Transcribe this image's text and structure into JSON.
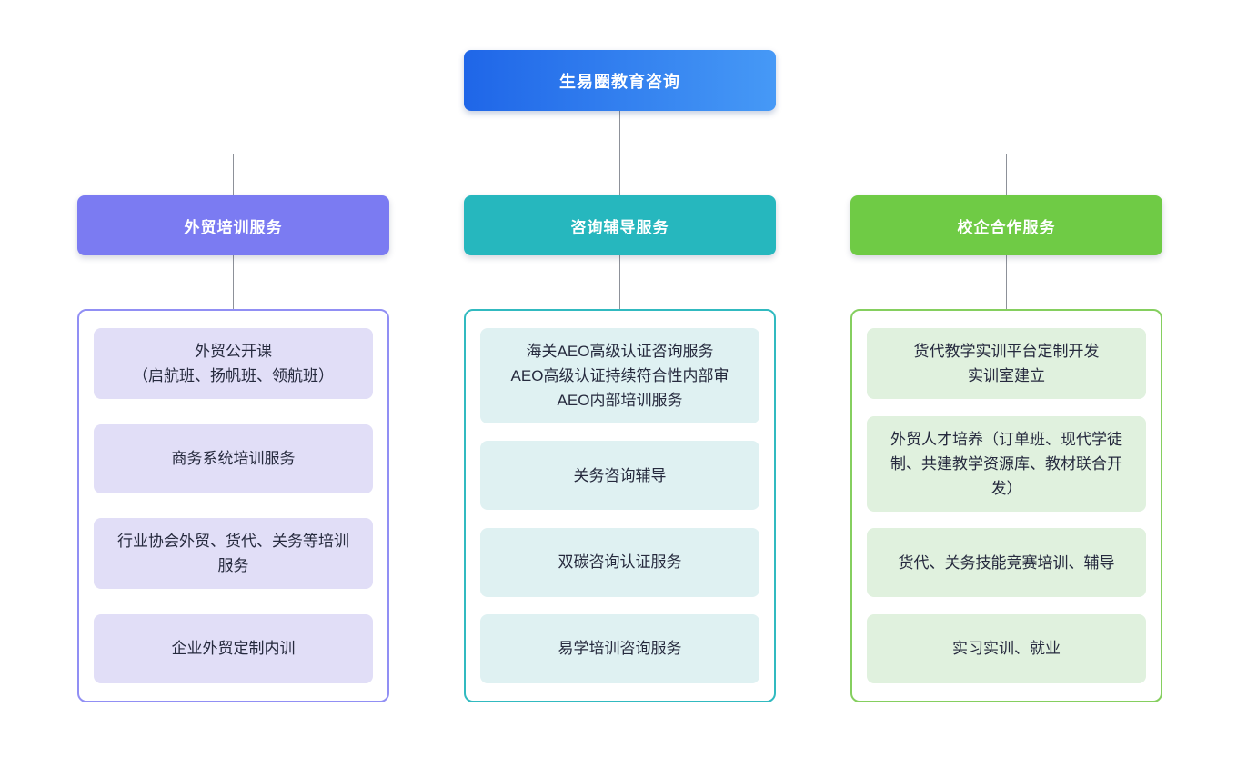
{
  "root": {
    "label": "生易圈教育咨询",
    "colors": {
      "gradient_start": "#1f66e8",
      "gradient_end": "#4699f6",
      "text": "#ffffff"
    }
  },
  "theme": {
    "connector_color": "#8d9199",
    "item_text_color": "#262a3e",
    "background": "#ffffff"
  },
  "branches": [
    {
      "label": "外贸培训服务",
      "colors": {
        "header": "#7b7bf2",
        "container_border": "#918ff4",
        "item_bg": "#e1def7",
        "header_text": "#ffffff"
      },
      "items": [
        {
          "text": "外贸公开课\n（启航班、扬帆班、领航班）"
        },
        {
          "text": "商务系统培训服务"
        },
        {
          "text": "行业协会外贸、货代、关务等培训服务"
        },
        {
          "text": "企业外贸定制内训"
        }
      ]
    },
    {
      "label": "咨询辅导服务",
      "colors": {
        "header": "#26b7be",
        "container_border": "#31bac0",
        "item_bg": "#dff1f2",
        "header_text": "#ffffff"
      },
      "items": [
        {
          "text": "海关AEO高级认证咨询服务\nAEO高级认证持续符合性内部审\nAEO内部培训服务"
        },
        {
          "text": "关务咨询辅导"
        },
        {
          "text": "双碳咨询认证服务"
        },
        {
          "text": "易学培训咨询服务"
        }
      ]
    },
    {
      "label": "校企合作服务",
      "colors": {
        "header": "#6fcb45",
        "container_border": "#85cf5f",
        "item_bg": "#e0f1de",
        "header_text": "#ffffff"
      },
      "items": [
        {
          "text": "货代教学实训平台定制开发\n实训室建立"
        },
        {
          "text": "外贸人才培养（订单班、现代学徒制、共建教学资源库、教材联合开发）"
        },
        {
          "text": "货代、关务技能竞赛培训、辅导"
        },
        {
          "text": "实习实训、就业"
        }
      ]
    }
  ]
}
